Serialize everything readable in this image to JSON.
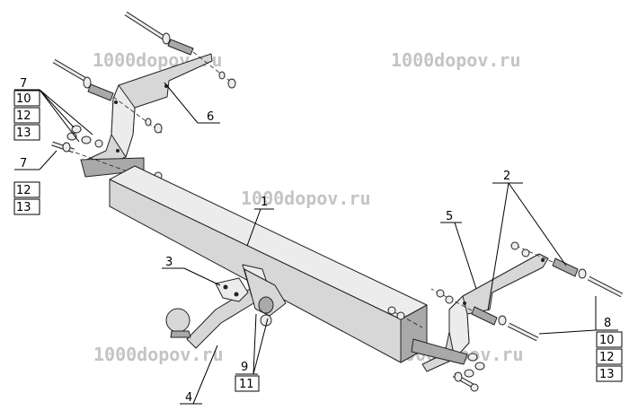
{
  "watermarks": [
    "1000dopov.ru",
    "1000dopov.ru",
    "1000dopov.ru",
    "1000dopov.ru",
    "1000dopov.ru"
  ],
  "callouts": {
    "main_beam": "1",
    "bolts_right_top": "2",
    "socket_plate": "3",
    "ball_arm": "4",
    "right_bracket": "5",
    "left_bracket": "6",
    "left_top_group": [
      "7",
      "10",
      "12",
      "13"
    ],
    "left_bottom_group": [
      "7",
      "12",
      "13"
    ],
    "right_group": [
      "8",
      "10",
      "12",
      "13"
    ],
    "mount_parts": [
      "9",
      "11"
    ]
  }
}
